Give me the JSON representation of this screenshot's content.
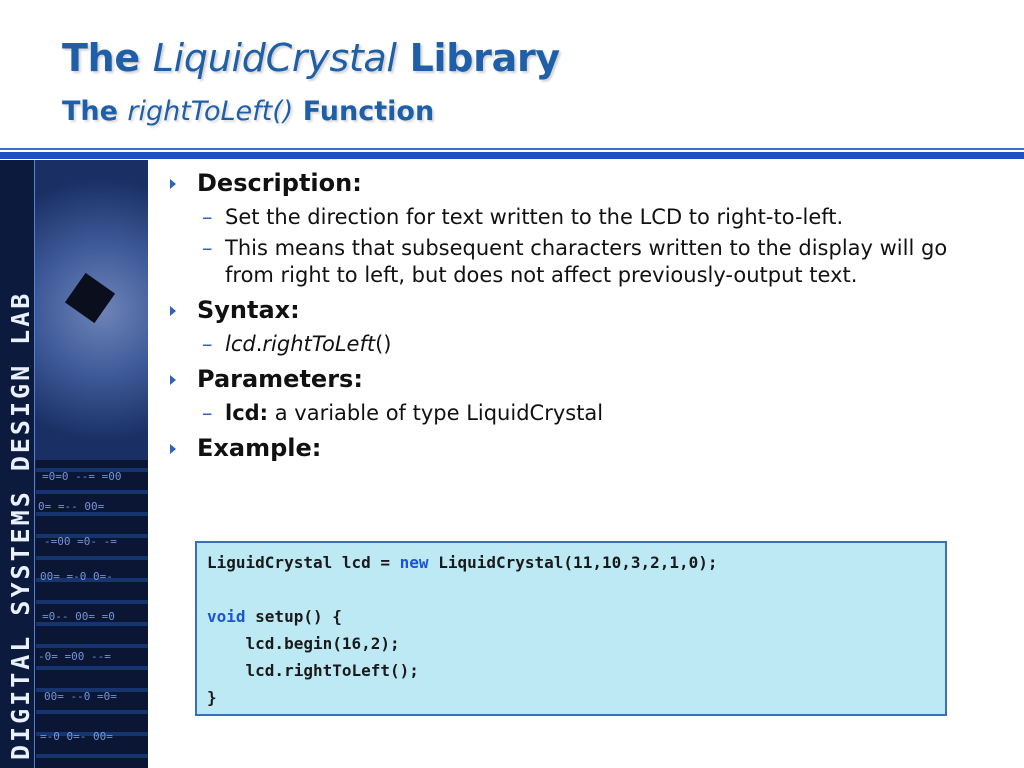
{
  "title": {
    "part1": "The ",
    "italic": "LiquidCrystal",
    "part2": " Library"
  },
  "subtitle": {
    "part1": "The ",
    "italic": "rightToLeft()",
    "part2": " Function"
  },
  "sidebar": {
    "vertical_text": "DIGITAL SYSTEMS DESIGN LAB"
  },
  "content": {
    "description": {
      "heading": "Description:",
      "items": [
        "Set the direction for text written to the LCD to right-to-left.",
        "This means that subsequent characters written to the display will go from right to left, but does not affect previously-output text."
      ]
    },
    "syntax": {
      "heading": "Syntax:",
      "obj": "lcd",
      "dot": ".",
      "method": "rightToLeft",
      "parens": "()"
    },
    "parameters": {
      "heading": "Parameters:",
      "name": "lcd:",
      "desc": " a variable of type LiquidCrystal"
    },
    "example": {
      "heading": "Example:"
    }
  },
  "code": {
    "line1_pre": "LiguidCrystal lcd = ",
    "line1_kw": "new",
    "line1_post": " LiquidCrystal(11,10,3,2,1,0);",
    "line3_kw": "void",
    "line3_post": " setup() {",
    "line4": "    lcd.begin(16,2);",
    "line5": "    lcd.rightToLeft();",
    "line6": "}"
  },
  "colors": {
    "title": "#1f5fa8",
    "rule": "#1f4fc9",
    "code_bg": "#bde9f5",
    "keyword": "#1a55d6"
  },
  "icons": {
    "bullet": "triangle-right-icon",
    "sub": "dash-icon"
  }
}
